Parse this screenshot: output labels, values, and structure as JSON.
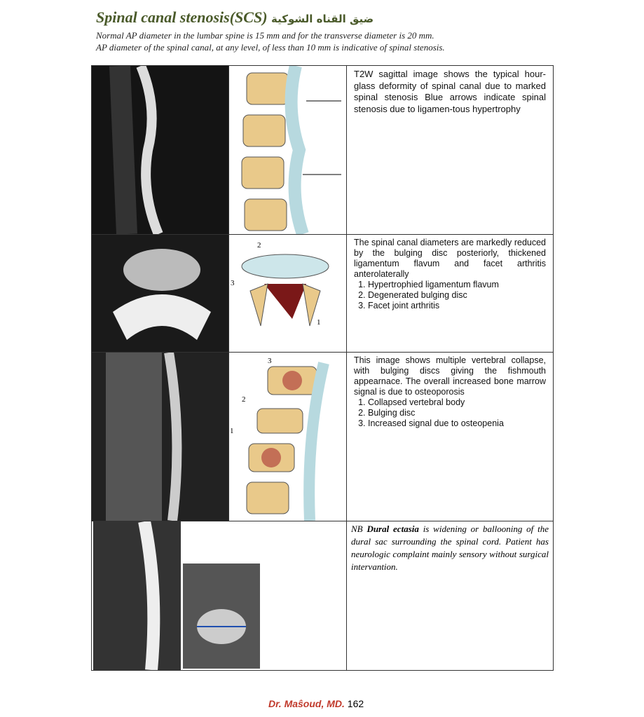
{
  "title": {
    "english": "Spinal canal stenosis(SCS)",
    "arabic": "ضيق القناه الشوكية"
  },
  "intro": [
    "Normal AP diameter in the lumbar spine is 15 mm and for the transverse diameter is 20 mm.",
    "AP diameter of the spinal canal, at any level, of less than 10 mm is indicative of spinal stenosis."
  ],
  "rows": [
    {
      "text": "T2W sagittal image shows the typical hour-glass deformity of spinal canal due to marked spinal stenosis Blue arrows indicate spinal stenosis due to ligamen-tous hypertrophy"
    },
    {
      "text": "The spinal canal diameters are markedly reduced by the bulging disc posteriorly, thickened ligamentum flavum and facet arthritis anterolaterally",
      "items": [
        "Hypertrophied ligamentum flavum",
        "Degenerated bulging disc",
        "Facet joint arthritis"
      ],
      "labels": [
        "1",
        "2",
        "3"
      ]
    },
    {
      "text": "This image shows multiple vertebral collapse, with bulging discs giving the fishmouth appearnace. The overall increased bone marrow signal is due to osteoporosis",
      "items": [
        "Collapsed vertebral body",
        "Bulging disc",
        "Increased signal due to osteopenia"
      ],
      "labels": [
        "1",
        "2",
        "3"
      ]
    },
    {
      "nb_prefix": "NB ",
      "nb_bold": "Dural ectasia",
      "nb_text": " is widening or ballooning of the dural sac surrounding the spinal cord. Patient has neurologic complaint mainly sensory without surgical intervantion."
    }
  ],
  "footer": {
    "author": "Dr. Maŝoud, MD.",
    "page": "162"
  }
}
